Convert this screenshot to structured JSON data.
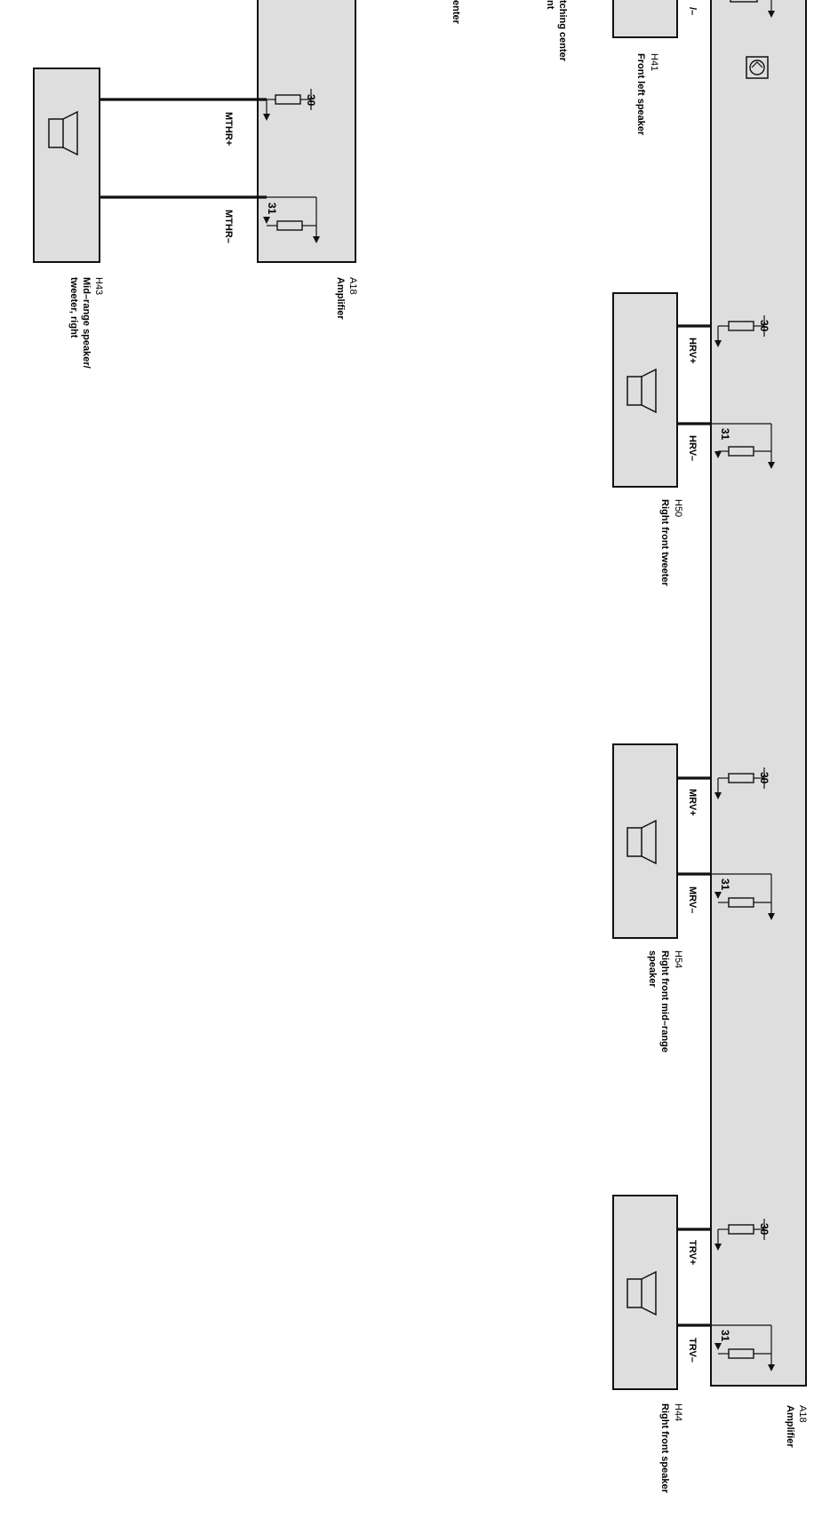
{
  "diagram": {
    "amplifier_main": {
      "id": "A18",
      "name": "Amplifier"
    },
    "amplifier_small": {
      "id": "A18",
      "name": "Amplifier"
    },
    "fragments": {
      "frag1": "tching center",
      "frag2": "nt",
      "frag3": "enter",
      "frag_sig": "/–"
    },
    "speakers": [
      {
        "id": "H43",
        "name1": "Mid–range speaker/",
        "name2": "tweeter, right",
        "plus": "MTHR+",
        "minus": "MTHR–",
        "pin_plus": "30",
        "pin_minus": "31"
      },
      {
        "id": "H41",
        "name1": "Front left speaker",
        "name2": ""
      },
      {
        "id": "H50",
        "name1": "Right front tweeter",
        "name2": "",
        "plus": "HRV+",
        "minus": "HRV–",
        "pin_plus": "30",
        "pin_minus": "31"
      },
      {
        "id": "H54",
        "name1": "Right front mid–range",
        "name2": "speaker",
        "plus": "MRV+",
        "minus": "MRV–",
        "pin_plus": "30",
        "pin_minus": "31"
      },
      {
        "id": "H44",
        "name1": "Right front speaker",
        "name2": "",
        "plus": "TRV+",
        "minus": "TRV–",
        "pin_plus": "30",
        "pin_minus": "31"
      }
    ],
    "colors": {
      "box_fill": "#dedede",
      "line": "#111111",
      "background": "#ffffff"
    },
    "icons": [
      "speaker-icon",
      "resistor-icon",
      "ground-arrow-icon",
      "electronic-module-icon"
    ]
  }
}
